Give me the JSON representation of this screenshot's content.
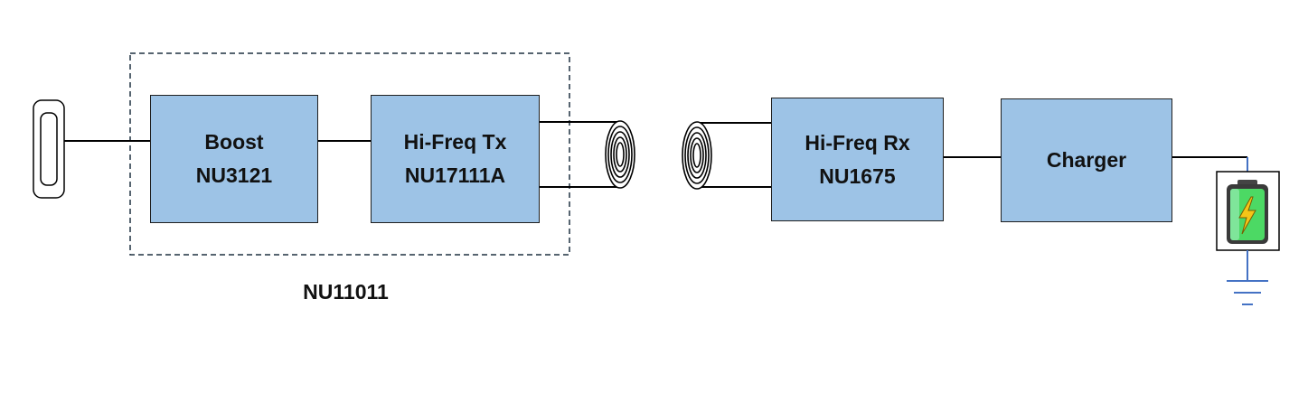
{
  "blocks": {
    "boost": {
      "title": "Boost",
      "part": "NU3121"
    },
    "tx": {
      "title": "Hi-Freq Tx",
      "part": "NU17111A"
    },
    "rx": {
      "title": "Hi-Freq Rx",
      "part": "NU1675"
    },
    "charger": {
      "title": "Charger"
    }
  },
  "module": {
    "label": "NU11011"
  },
  "colors": {
    "block_fill": "#9dc3e6",
    "line": "#000000",
    "ground": "#4472c4",
    "battery_fill": "#4cd964",
    "bolt": "#f5c518"
  },
  "icons": [
    "usb-connector-icon",
    "tx-coil-icon",
    "rx-coil-icon",
    "battery-icon",
    "ground-icon"
  ]
}
